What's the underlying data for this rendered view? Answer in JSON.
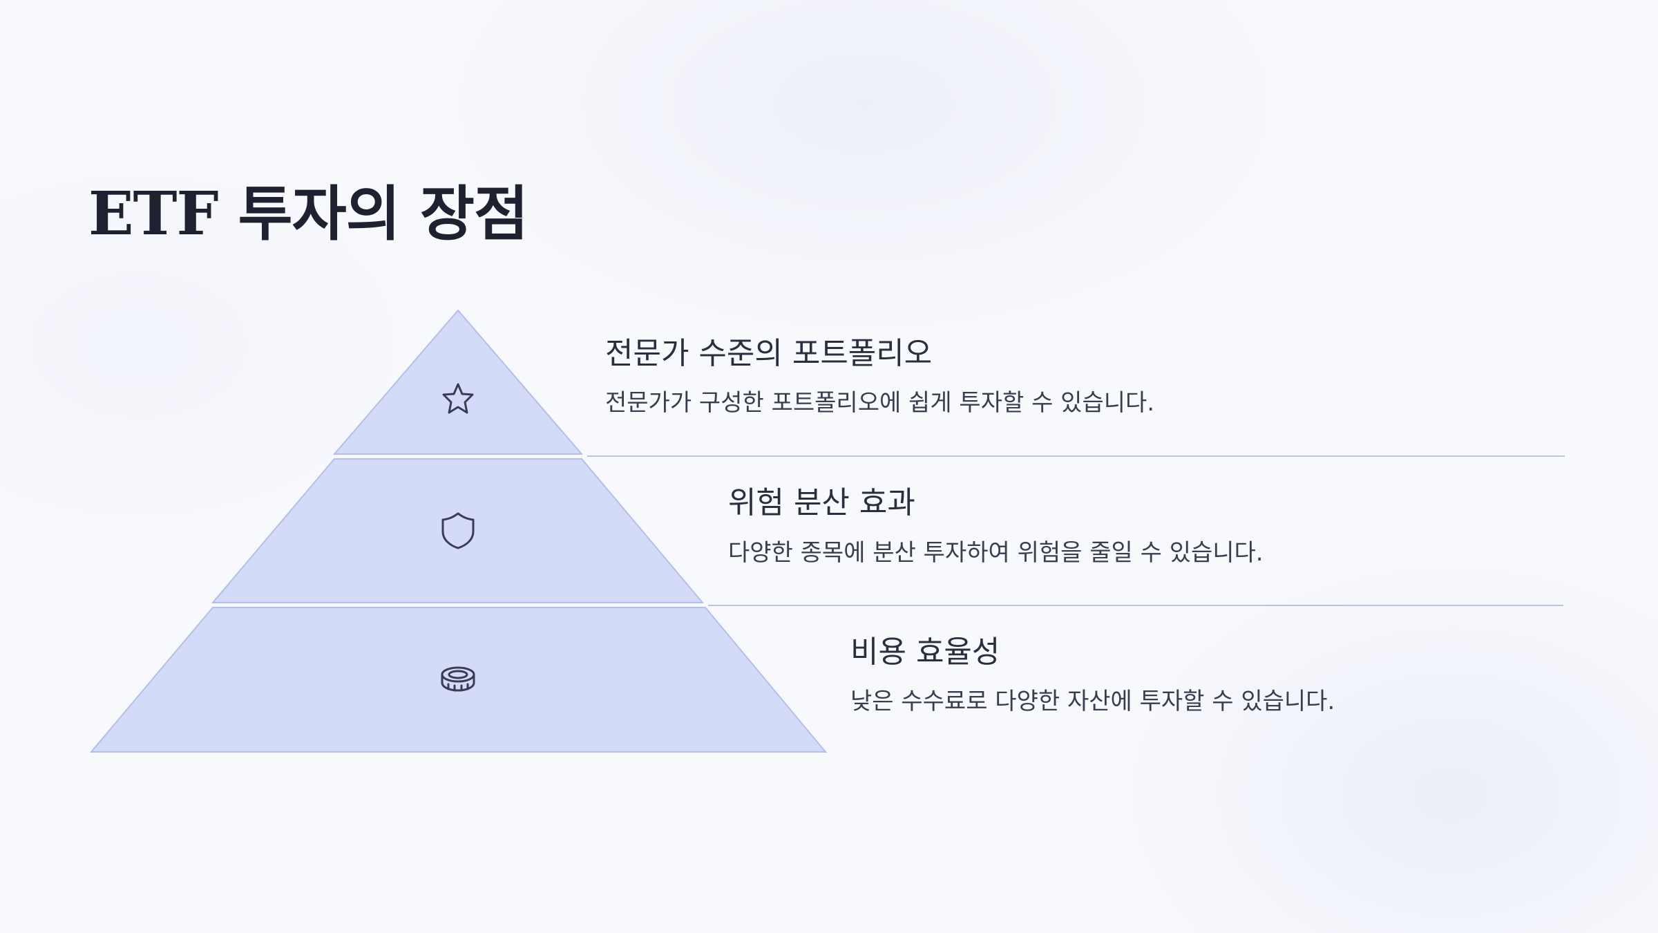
{
  "slide": {
    "title": "ETF 투자의 장점"
  },
  "pyramid": {
    "tiers": [
      {
        "heading": "전문가 수준의 포트폴리오",
        "description": "전문가가 구성한 포트폴리오에 쉽게 투자할 수 있습니다.",
        "icon": "star-icon"
      },
      {
        "heading": "위험 분산 효과",
        "description": "다양한 종목에 분산 투자하여 위험을 줄일 수 있습니다.",
        "icon": "shield-icon"
      },
      {
        "heading": "비용 효율성",
        "description": "낮은 수수료로 다양한 자산에 투자할 수 있습니다.",
        "icon": "coin-icon"
      }
    ]
  },
  "colors": {
    "tier_fill": "#d4dbf8",
    "tier_stroke": "#b4bee6",
    "title_text": "#1f2130",
    "body_text": "#3a3d4e"
  }
}
